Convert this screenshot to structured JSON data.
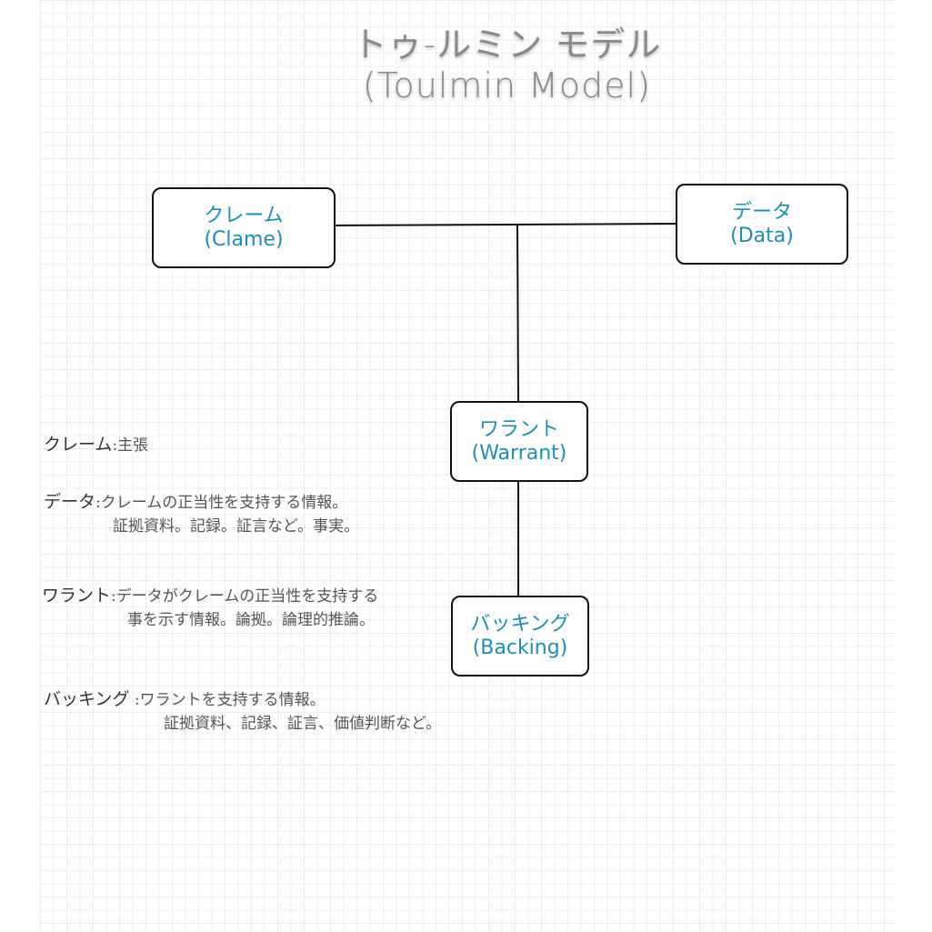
{
  "title": {
    "line1": "トゥ-ルミン モデル",
    "line2": "(Toulmin Model)"
  },
  "boxes": {
    "claim": {
      "ja": "クレーム",
      "en": "(Clame)"
    },
    "data": {
      "ja": "データ",
      "en": "(Data)"
    },
    "warrant": {
      "ja": "ワラント",
      "en": "(Warrant)"
    },
    "backing": {
      "ja": "バッキング",
      "en": "(Backing)"
    }
  },
  "notes": {
    "claim": {
      "term": "クレーム",
      "sep": ":",
      "line1": "主張"
    },
    "data": {
      "term": "データ",
      "sep": ":",
      "line1": "クレームの正当性を支持する情報。",
      "line2": "証拠資料。記録。証言など。事実。"
    },
    "warrant": {
      "term": "ワラント",
      "sep": ":",
      "line1": "データがクレームの正当性を支持する",
      "line2": "事を示す情報。論拠。論理的推論。"
    },
    "backing": {
      "term": "バッキング",
      "sep": " :",
      "line1": "ワラントを支持する情報。",
      "line2": "証拠資料、記録、証言、価値判断など。"
    }
  },
  "colors": {
    "box_text": "#1b8fb8",
    "line": "#111111",
    "title": "#8a8a8a"
  }
}
